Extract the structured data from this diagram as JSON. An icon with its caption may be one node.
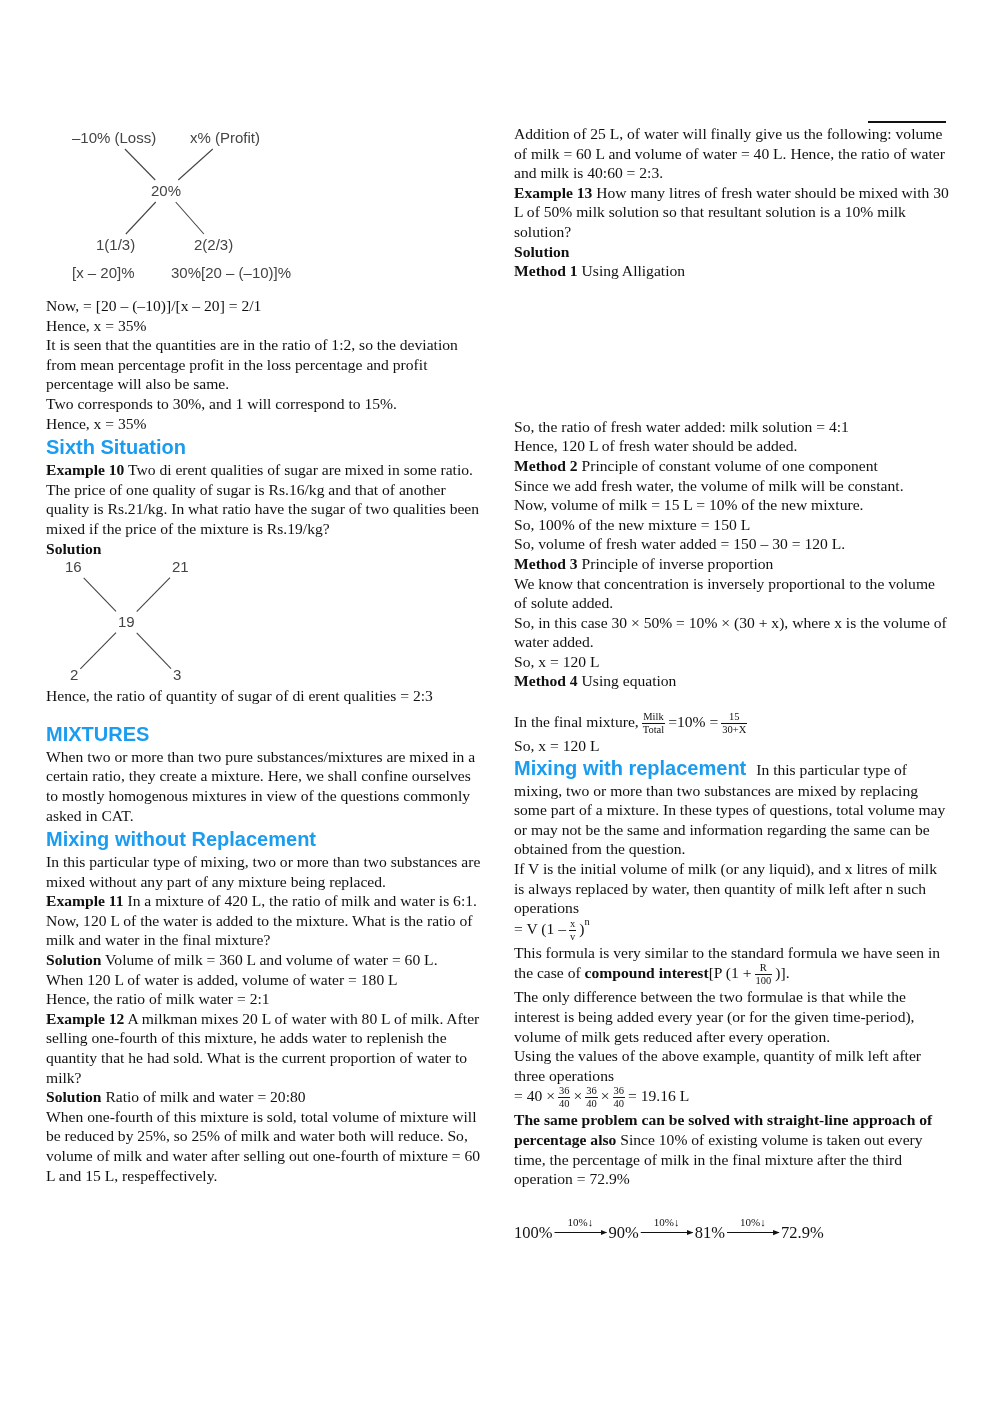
{
  "diagram": {
    "nodes": [
      {
        "text": [
          "–10% (Loss)"
        ]
      },
      {
        "text": [
          "x% (Profit)"
        ]
      },
      {
        "text": [
          "20%"
        ]
      },
      {
        "text": [
          "1(1/3)"
        ]
      },
      {
        "text": [
          "2(2/3)"
        ]
      },
      {
        "text": [
          "16"
        ]
      },
      {
        "text": [
          "21"
        ]
      },
      {
        "text": [
          "19"
        ]
      },
      {
        "text": [
          "2"
        ]
      },
      {
        "text": [
          "3"
        ]
      },
      {
        "text": [
          "100%"
        ]
      },
      {
        "text": [
          "90%"
        ]
      },
      {
        "text": [
          "81%"
        ]
      },
      {
        "text": [
          "72.9%"
        ]
      }
    ],
    "edges": [
      {
        "from": 0,
        "to": 2,
        "arrow": "none"
      },
      {
        "from": 1,
        "to": 2,
        "arrow": "none"
      },
      {
        "from": 2,
        "to": 3,
        "arrow": "none"
      },
      {
        "from": 2,
        "to": 4,
        "arrow": "none"
      },
      {
        "from": 5,
        "to": 7,
        "arrow": "none"
      },
      {
        "from": 6,
        "to": 7,
        "arrow": "none"
      },
      {
        "from": 7,
        "to": 8,
        "arrow": "none"
      },
      {
        "from": 7,
        "to": 9,
        "arrow": "none"
      },
      {
        "from": 10,
        "to": 11,
        "arrow": "to",
        "label": "10%↓"
      },
      {
        "from": 11,
        "to": 12,
        "arrow": "to",
        "label": "10%↓"
      },
      {
        "from": 12,
        "to": 13,
        "arrow": "to",
        "label": "10%↓"
      }
    ],
    "labels": [
      "[x – 20]%",
      "30%[20 – (–10)]%",
      "Now, = [20 – (–10)]/[x – 20] = 2/1",
      "Hence, x = 35%",
      "It is seen that the quantities are in the ratio of 1:2, so the deviation from mean percentage profit in the loss percentage and profit percentage will also be same.",
      "Two corresponds to 30%, and 1 will correspond to 15%.",
      "Hence, x = 35%",
      "Sixth Situation",
      "**Example 10** Two di erent qualities of sugar are mixed in some ratio. The price of one quality of sugar is Rs.16/kg and that of another quality is Rs.21/kg. In what ratio have the sugar of two qualities been mixed if the price of the mixture is Rs.19/kg?",
      "Solution",
      "Hence, the ratio of quantity of sugar of di erent qualities = 2:3",
      "MIXTURES",
      "When two or more than two pure substances/mixtures are mixed in a certain ratio, they create a mixture. Here, we shall confine ourselves to mostly homogenous mixtures in view of the questions commonly asked in CAT.",
      "Mixing without Replacement",
      "In this particular type of mixing, two or more than two substances are mixed without any part of any mixture being replaced.",
      "**Example 11** In a mixture of 420 L, the ratio of milk and water is 6:1. Now, 120 L of the water is added to the mixture. What is the ratio of milk and water in the final mixture?",
      "**Solution** Volume of milk = 360 L and volume of water = 60 L.",
      "When 120 L of water is added, volume of water = 180 L",
      "Hence, the ratio of milk water = 2:1",
      "**Example 12** A milkman mixes 20 L of water with 80 L of milk. After selling one-fourth of this mixture, he adds water to replenish the quantity that he had sold. What is the current proportion of water to milk?",
      "**Solution** Ratio of milk and water = 20:80",
      "When one-fourth of this mixture is sold, total volume of mixture will be reduced by 25%, so 25% of milk and water both will reduce. So, volume of milk and water after selling out one-fourth of mixture = 60 L and 15 L, respeffectively.",
      "Addition of 25 L, of water will finally give us the following: volume of milk = 60 L and volume of water = 40 L. Hence, the ratio of water and milk is 40:60 = 2:3.",
      "**Example 13** How many litres of fresh water should be mixed with 30 L of 50% milk solution so that resultant solution is a 10% milk solution?",
      "Solution",
      "**Method 1** Using Alligation",
      "So, the ratio of fresh water added: milk solution = 4:1",
      "Hence, 120 L of fresh water should be added.",
      "**Method 2** Principle of constant volume of one component",
      "Since we add fresh water, the volume of milk will be constant.",
      "Now, volume of milk = 15 L = 10% of the new mixture.",
      "So, 100% of the new mixture = 150 L",
      "So, volume of fresh water added = 150 – 30 = 120 L.",
      "**Method 3** Principle of inverse proportion",
      "We know that concentration is inversely proportional to the volume of solute added.",
      "So, in this case 30 × 50% = 10% × (30 + x), where x is the volume of water added.",
      "So, x = 120 L",
      "**Method 4** Using equation",
      "In the final mixture,",
      "Milk",
      "Total",
      "=10% =",
      "15",
      "30+X",
      "So, x = 120 L",
      "Mixing with replacement",
      "In this particular type of mixing, two or more than two substances are mixed by replacing some part of a mixture. In these types of questions, total volume may or may not be the same and information regarding the same can be obtained from the question.",
      "If V is the initial volume of milk (or any liquid), and x litres of milk is always replaced by water, then quantity of milk left after n such operations",
      "= V (1 –",
      "x",
      "v",
      ")",
      "n",
      "This formula is very similar to the standard formula we have seen in the case of **compound interest**",
      "[P (1 +",
      "R",
      "100",
      ")].",
      "The only difference between the two formulae is that while the interest is being added every year (or for the given time-period), volume of milk gets reduced after every operation.",
      "Using the values of the above example, quantity of milk left after three operations",
      "= 40 ×",
      "36",
      "40",
      "×",
      "36",
      "40",
      "×",
      "36",
      "40",
      "= 19.16 L",
      "**The same problem can be solved with straight-line approach of percentage also** Since 10% of existing volume is taken out every time, the percentage of milk in the final mixture after the third operation = 72.9%"
    ]
  }
}
